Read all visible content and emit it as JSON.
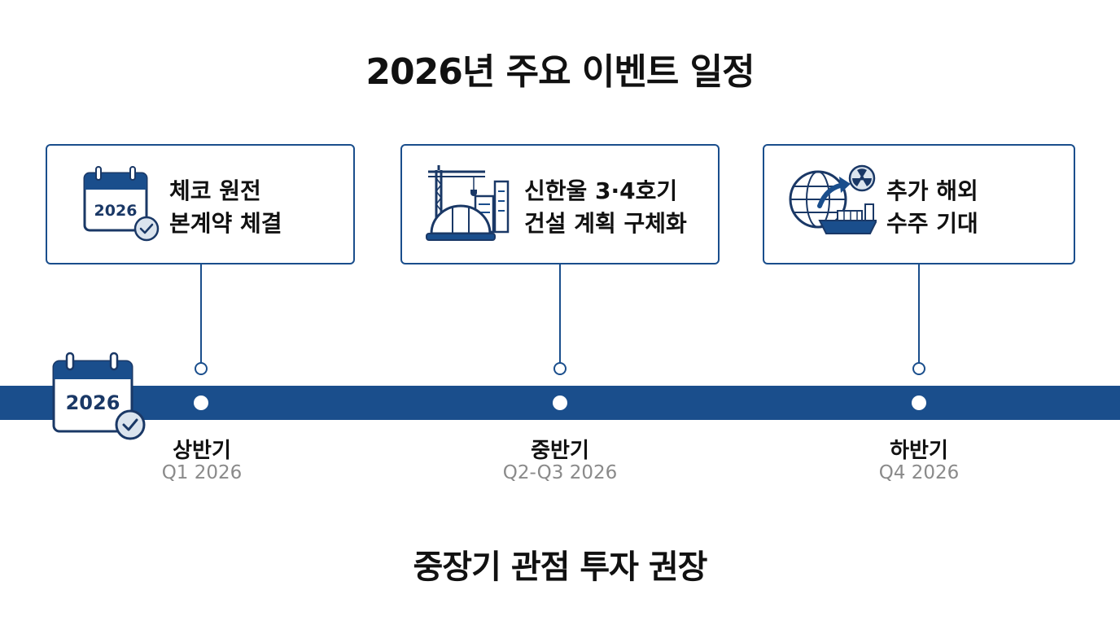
{
  "title": "2026년 주요 이벤트 일정",
  "footer": "중장기 관점 투자 권장",
  "events": [
    {
      "line1": "체코 원전",
      "line2": "본계약 체결",
      "icon": "calendar-check-icon",
      "calendar_year": "2026",
      "period": "상반기",
      "quarter": "Q1 2026"
    },
    {
      "line1": "신한울 3·4호기",
      "line2": "건설 계획 구체화",
      "icon": "construction-crane-hardhat-icon",
      "period": "중반기",
      "quarter": "Q2-Q3 2026"
    },
    {
      "line1": "추가 해외",
      "line2": "수주 기대",
      "icon": "globe-ship-nuclear-icon",
      "period": "하반기",
      "quarter": "Q4 2026"
    }
  ],
  "timeline_calendar_year": "2026",
  "colors": {
    "accent": "#1a4e8c",
    "muted_text": "#8a8a8a",
    "text": "#111111",
    "background": "#ffffff"
  }
}
